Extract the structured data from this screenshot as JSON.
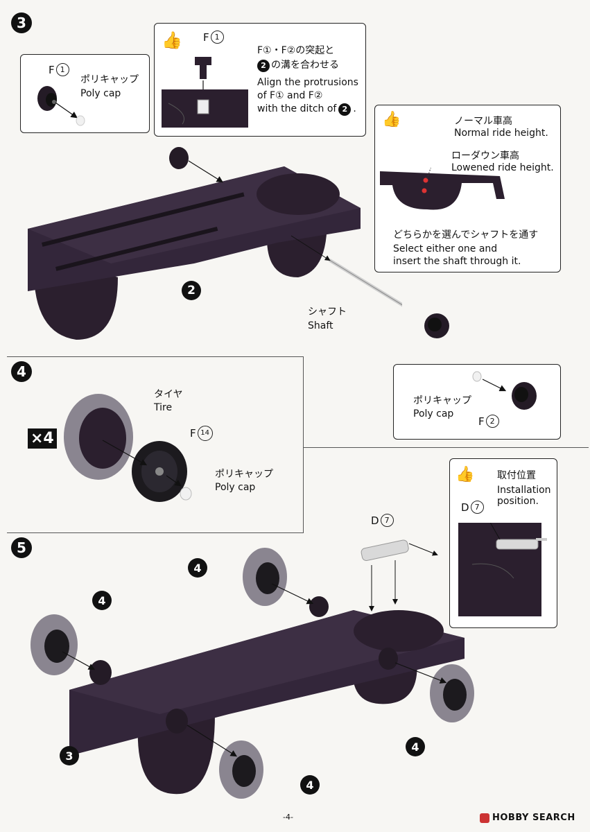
{
  "page_number": "-4-",
  "watermark": "HOBBY SEARCH",
  "step3": {
    "number": "3",
    "callout_polycap": {
      "part_letter": "F",
      "part_num": "1",
      "jp": "ポリキャップ",
      "en": "Poly cap"
    },
    "callout_align": {
      "part_letter": "F",
      "part_num": "1",
      "jp_line1": "F①・F②の突起と",
      "jp_line2_num": "2",
      "jp_line2": "の溝を合わせる",
      "en_line1": "Align the protrusions",
      "en_line2": "of F① and F②",
      "en_line3": "with the ditch of",
      "en_line3_num": "2"
    },
    "callout_ride": {
      "normal_jp": "ノーマル車高",
      "normal_en": "Normal ride height.",
      "lowered_jp": "ローダウン車高",
      "lowered_en": "Lowened ride height.",
      "select_jp": "どちらかを選んでシャフトを通す",
      "select_en_1": "Select either one and",
      "select_en_2": "insert the shaft through it."
    },
    "sub_part_num": "2",
    "shaft_jp": "シャフト",
    "shaft_en": "Shaft",
    "callout_polycap2": {
      "jp": "ポリキャップ",
      "en": "Poly cap",
      "part_letter": "F",
      "part_num": "2"
    }
  },
  "step4": {
    "number": "4",
    "multiplier": "×4",
    "tire_jp": "タイヤ",
    "tire_en": "Tire",
    "wheel_letter": "F",
    "wheel_num": "14",
    "polycap_jp": "ポリキャップ",
    "polycap_en": "Poly cap"
  },
  "step5": {
    "number": "5",
    "part_letter": "D",
    "part_num": "7",
    "install_jp": "取付位置",
    "install_en_1": "Installation",
    "install_en_2": "position.",
    "callout_letter": "D",
    "callout_num": "7",
    "wheel_refs": [
      "4",
      "4",
      "4",
      "4"
    ],
    "sub_ref": "3"
  },
  "colors": {
    "chassis": "#2b1f2e",
    "tire": "#8a8590",
    "rim": "#1c1a1e",
    "polycap": "#e8e8e8"
  }
}
